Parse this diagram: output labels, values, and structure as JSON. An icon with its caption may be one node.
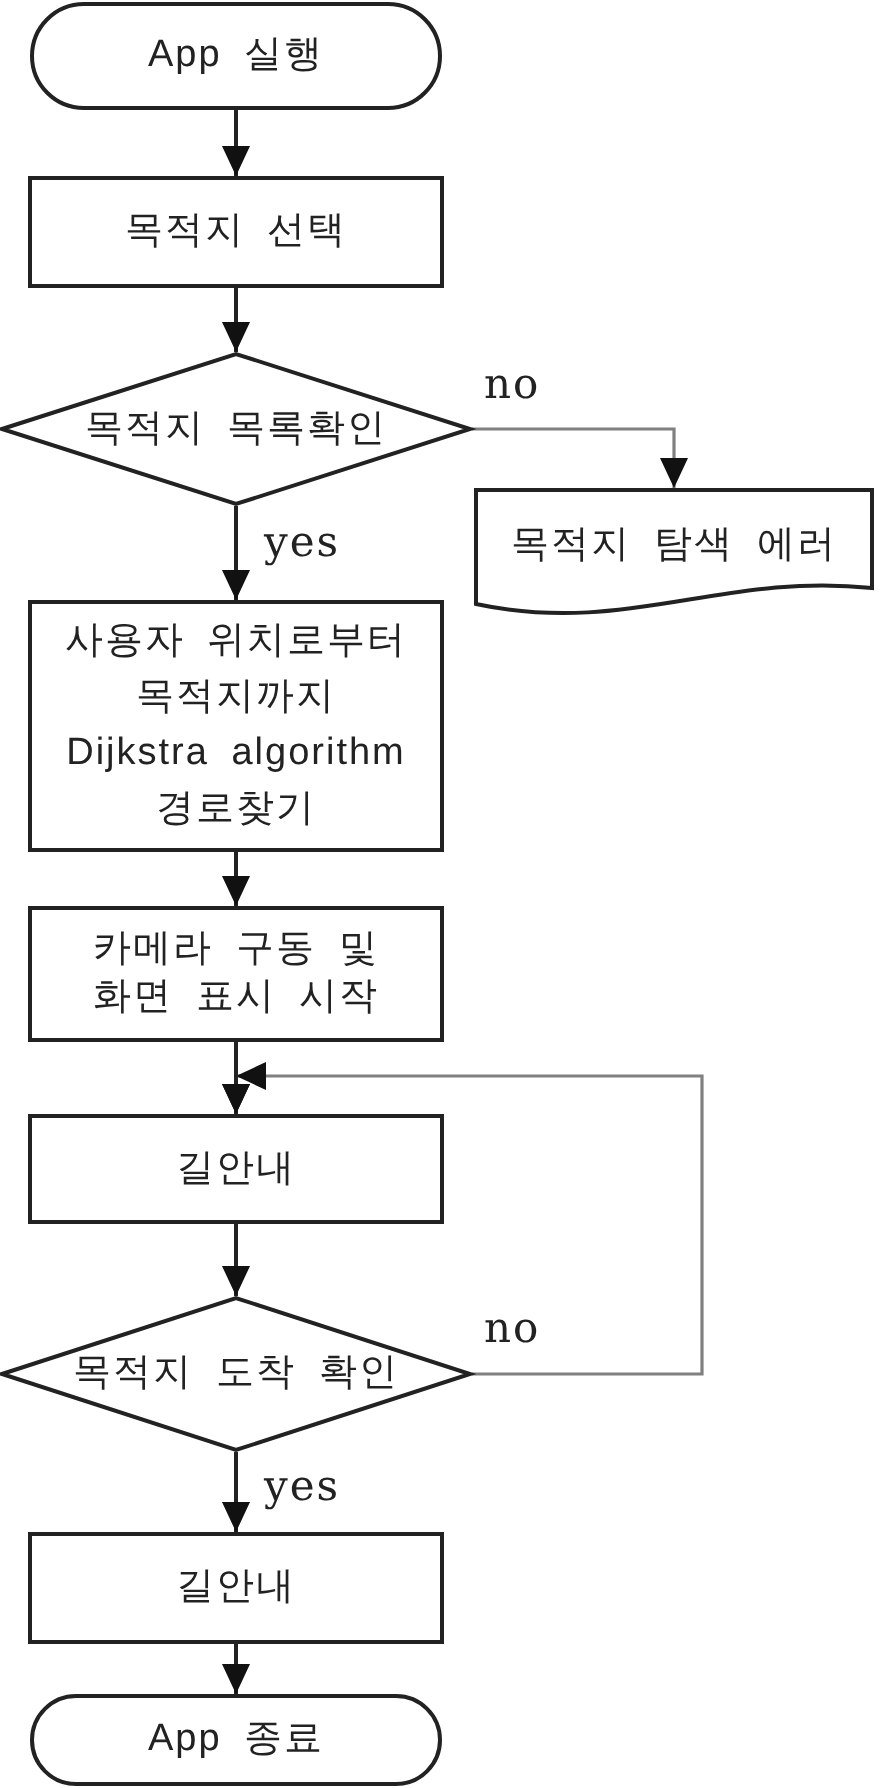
{
  "diagram": {
    "nodes": [
      {
        "text": [
          "App 실행"
        ]
      },
      {
        "text": [
          "목적지 선택"
        ]
      },
      {
        "text": [
          "목적지 목록확인"
        ]
      },
      {
        "text": [
          "목적지 탐색 에러"
        ]
      },
      {
        "text": [
          "사용자 위치로부터 목적지까지 Dijkstra algorithm 경로찾기"
        ]
      },
      {
        "text": [
          "카메라 구동 및 화면 표시 시작"
        ]
      },
      {
        "text": [
          "길안내"
        ]
      },
      {
        "text": [
          "목적지 도착 확인"
        ]
      },
      {
        "text": [
          "길안내"
        ]
      },
      {
        "text": [
          "App 종료"
        ]
      }
    ],
    "edges": [
      {
        "from": 0,
        "to": 1,
        "arrow": "to"
      },
      {
        "from": 1,
        "to": 2,
        "arrow": "to"
      },
      {
        "from": 2,
        "to": 3,
        "arrow": "to",
        "label": "no",
        "color": "#808080"
      },
      {
        "from": 2,
        "to": 4,
        "arrow": "to",
        "label": "yes"
      },
      {
        "from": 4,
        "to": 5,
        "arrow": "to"
      },
      {
        "from": 5,
        "to": 6,
        "arrow": "to"
      },
      {
        "from": 6,
        "to": 7,
        "arrow": "to"
      },
      {
        "from": 7,
        "to": 6,
        "arrow": "to",
        "label": "no",
        "color": "#808080"
      },
      {
        "from": 7,
        "to": 8,
        "arrow": "to",
        "label": "yes"
      },
      {
        "from": 8,
        "to": 9,
        "arrow": "to"
      }
    ]
  }
}
